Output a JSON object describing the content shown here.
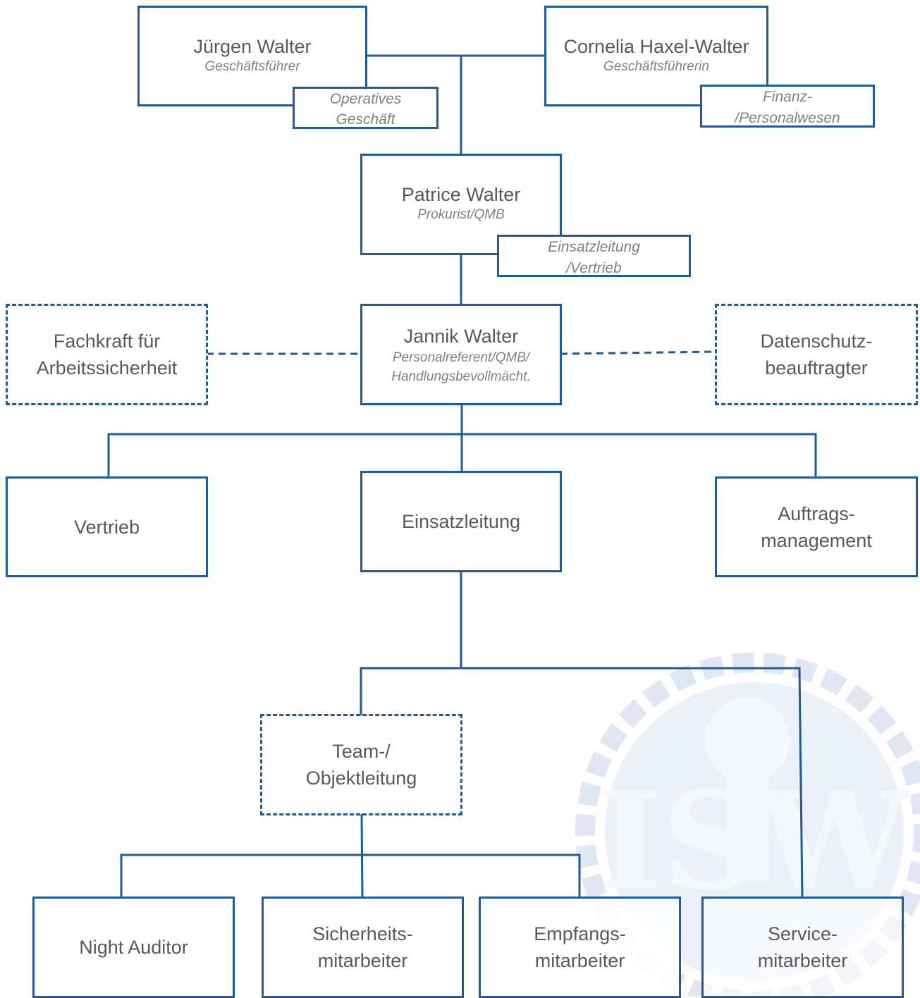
{
  "colors": {
    "line": "#1f5c99",
    "text": "#595959",
    "subtext": "#7f7f7f",
    "watermark": "#c9d4e8"
  },
  "watermark": {
    "text": "ISW",
    "icon": "keyhole-gear-logo"
  },
  "nodes": {
    "juergen": {
      "name": "Jürgen Walter",
      "role": "Geschäftsführer"
    },
    "juergen_tag": {
      "line1": "Operatives",
      "line2": "Geschäft"
    },
    "cornelia": {
      "name": "Cornelia Haxel-Walter",
      "role": "Geschäftsführerin"
    },
    "cornelia_tag": {
      "line1": "Finanz-",
      "line2": "/Personalwesen"
    },
    "patrice": {
      "name": "Patrice Walter",
      "role": "Prokurist/QMB"
    },
    "patrice_tag": {
      "line1": "Einsatzleitung",
      "line2": "/Vertrieb"
    },
    "jannik": {
      "name": "Jannik Walter",
      "role1": "Personalreferent/QMB/",
      "role2": "Handlungsbevollmächt."
    },
    "fachkraft": {
      "line1": "Fachkraft für",
      "line2": "Arbeitssicherheit"
    },
    "datenschutz": {
      "line1": "Datenschutz-",
      "line2": "beauftragter"
    },
    "vertrieb": {
      "line1": "Vertrieb"
    },
    "einsatzleitung": {
      "line1": "Einsatzleitung"
    },
    "auftrags": {
      "line1": "Auftrags-",
      "line2": "management"
    },
    "team": {
      "line1": "Team-/",
      "line2": "Objektleitung"
    },
    "night": {
      "line1": "Night Auditor"
    },
    "sicherheit": {
      "line1": "Sicherheits-",
      "line2": "mitarbeiter"
    },
    "empfang": {
      "line1": "Empfangs-",
      "line2": "mitarbeiter"
    },
    "service": {
      "line1": "Service-",
      "line2": "mitarbeiter"
    }
  }
}
